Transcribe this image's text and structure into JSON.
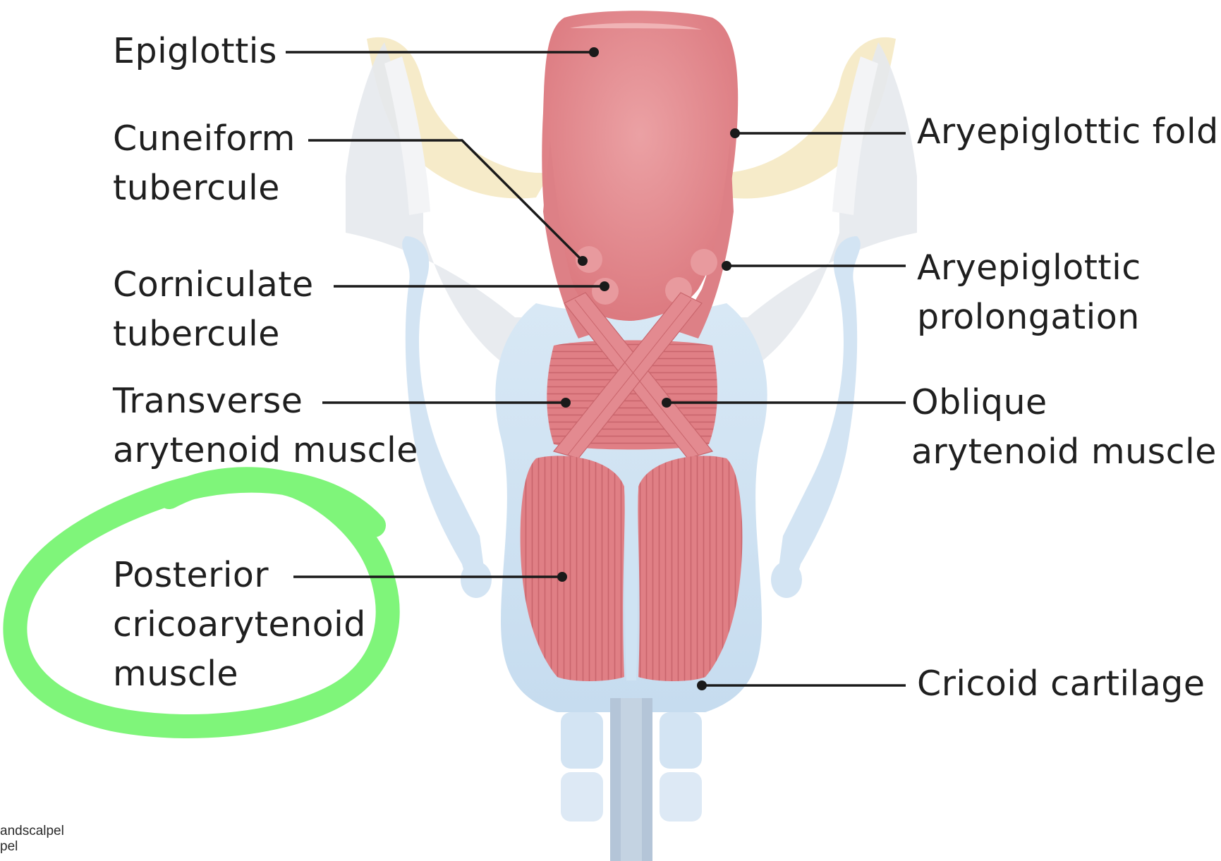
{
  "labels": {
    "epiglottis": "Epiglottis",
    "cuneiform": [
      "Cuneiform",
      "tubercule"
    ],
    "corniculate": [
      "Corniculate",
      "tubercule"
    ],
    "transverse": [
      "Transverse",
      "arytenoid muscle"
    ],
    "posterior": [
      "Posterior",
      "cricoarytenoid",
      "muscle"
    ],
    "aryepiglottic_fold": "Aryepiglottic fold",
    "aryepiglottic_prolongation": [
      "Aryepiglottic",
      "prolongation"
    ],
    "oblique": [
      "Oblique",
      "arytenoid muscle"
    ],
    "cricoid": "Cricoid cartilage"
  },
  "credit": [
    "andscalpel",
    "pel"
  ],
  "colors": {
    "muscle": "#e07f85",
    "muscle_dark": "#c9656c",
    "cartilage_blue": "#cfe3f3",
    "membrane": "#e8ecf0",
    "hyoid": "#f4e7bf",
    "highlight_green": "#7ff57a",
    "leader": "#1a1a1a"
  }
}
